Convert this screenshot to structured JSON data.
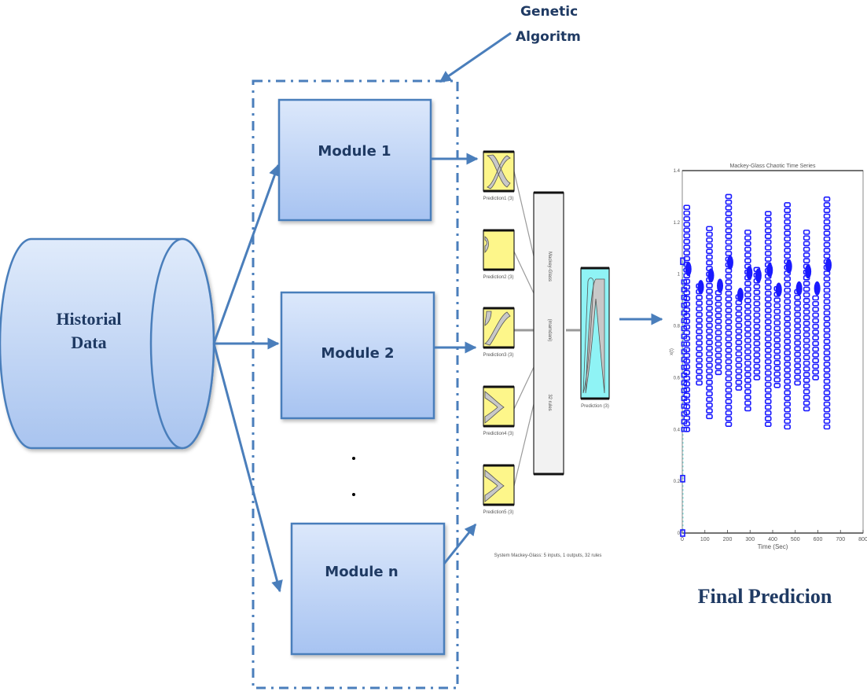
{
  "annotation": {
    "line1": "Genetic",
    "line2": "Algoritm"
  },
  "database": {
    "line1": "Historial",
    "line2": "Data"
  },
  "modules": [
    {
      "label": "Module 1"
    },
    {
      "label": "Module 2"
    },
    {
      "label": "Module n"
    }
  ],
  "ellipsis": "⋮",
  "fis": {
    "inputs": [
      "Prediction1 (3)",
      "Prediction2 (3)",
      "Prediction3 (3)",
      "Prediction4 (3)",
      "Prediction5 (3)"
    ],
    "rule_block": {
      "name": "Mackey-Glass",
      "type": "(mamdani)",
      "rules": "32 rules"
    },
    "output": "Prediction (3)",
    "caption": "System Mackey-Glass: 5 inputs, 1 outputs, 32 rules"
  },
  "final_label": "Final Predicion",
  "colors": {
    "arrow": "#4a7ebb",
    "box_border": "#4a7ebb",
    "box_top": "#dce8fb",
    "box_bottom": "#a7c3f1",
    "text": "#1f3a63",
    "mf_yellow": "#fdf68a",
    "mf_cyan": "#8ff3f5",
    "series": "#1a1aff"
  },
  "chart_data": {
    "type": "scatter",
    "title": "Mackey-Glass Chaotic Time Series",
    "xlabel": "Time (Sec)",
    "ylabel": "x(t)",
    "xlim": [
      0,
      800
    ],
    "ylim": [
      0,
      1.4
    ],
    "xticks": [
      "0",
      "100",
      "200",
      "300",
      "400",
      "500",
      "600",
      "700",
      "800"
    ],
    "yticks": [
      "0",
      "0.2",
      "0.4",
      "0.6",
      "0.8",
      "1",
      "1.2",
      "1.4"
    ],
    "series": [
      {
        "name": "x(t)",
        "marker": "square-open",
        "oscillations": [
          {
            "x": 20,
            "max": 1.28,
            "min": 0.4
          },
          {
            "x": 75,
            "max": 0.96,
            "min": 0.58
          },
          {
            "x": 120,
            "max": 1.18,
            "min": 0.45
          },
          {
            "x": 160,
            "max": 0.93,
            "min": 0.62
          },
          {
            "x": 205,
            "max": 1.31,
            "min": 0.42
          },
          {
            "x": 250,
            "max": 0.92,
            "min": 0.56
          },
          {
            "x": 290,
            "max": 1.17,
            "min": 0.48
          },
          {
            "x": 330,
            "max": 1.03,
            "min": 0.6
          },
          {
            "x": 380,
            "max": 1.25,
            "min": 0.42
          },
          {
            "x": 420,
            "max": 0.95,
            "min": 0.57
          },
          {
            "x": 465,
            "max": 1.29,
            "min": 0.41
          },
          {
            "x": 510,
            "max": 0.95,
            "min": 0.58
          },
          {
            "x": 550,
            "max": 1.18,
            "min": 0.48
          },
          {
            "x": 590,
            "max": 0.93,
            "min": 0.6
          },
          {
            "x": 640,
            "max": 1.3,
            "min": 0.41
          }
        ],
        "initial_points": [
          {
            "x": 0,
            "y": 0.0
          },
          {
            "x": 0,
            "y": 0.21
          },
          {
            "x": 0,
            "y": 1.05
          }
        ]
      }
    ]
  }
}
